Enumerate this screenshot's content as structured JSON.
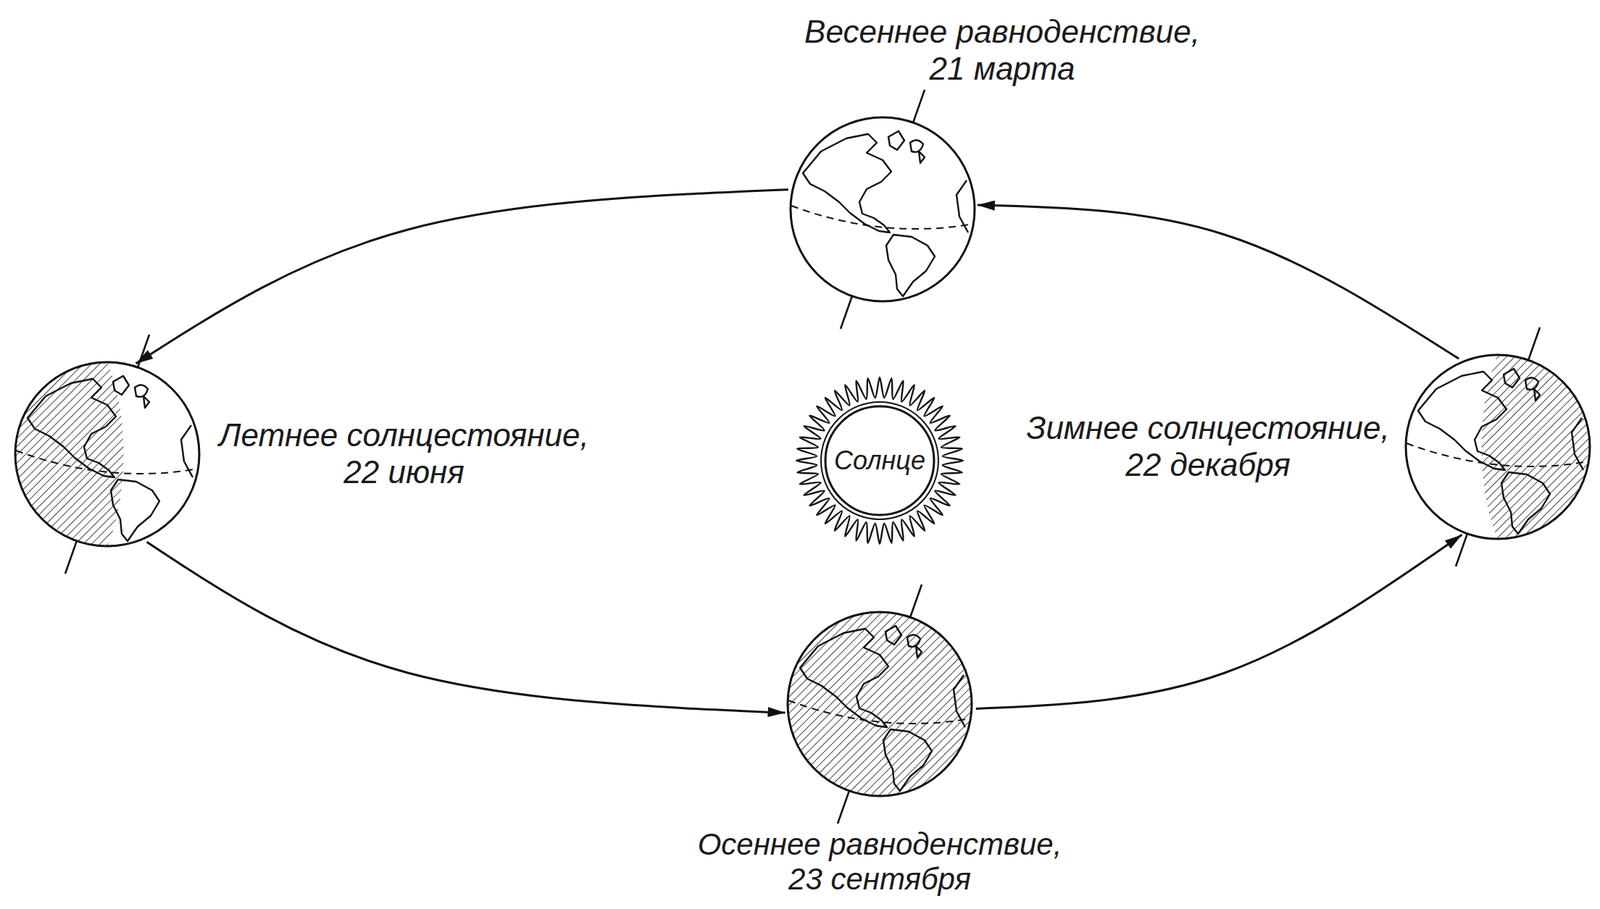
{
  "diagram": {
    "nodes": [
      {
        "text": [
          "Весеннее равноденствие, 21 марта"
        ]
      },
      {
        "text": [
          "Летнее солнцестояние, 22 июня"
        ]
      },
      {
        "text": [
          "Солнце"
        ]
      },
      {
        "text": [
          "Зимнее солнцестояние, 22 декабря"
        ]
      },
      {
        "text": [
          "Осеннее равноденствие, 23 сентября"
        ]
      }
    ],
    "edges": [
      {
        "from": 0,
        "to": 1,
        "arrow": "to"
      },
      {
        "from": 1,
        "to": 4,
        "arrow": "to"
      },
      {
        "from": 4,
        "to": 3,
        "arrow": "to"
      },
      {
        "from": 3,
        "to": 0,
        "arrow": "to"
      }
    ]
  }
}
